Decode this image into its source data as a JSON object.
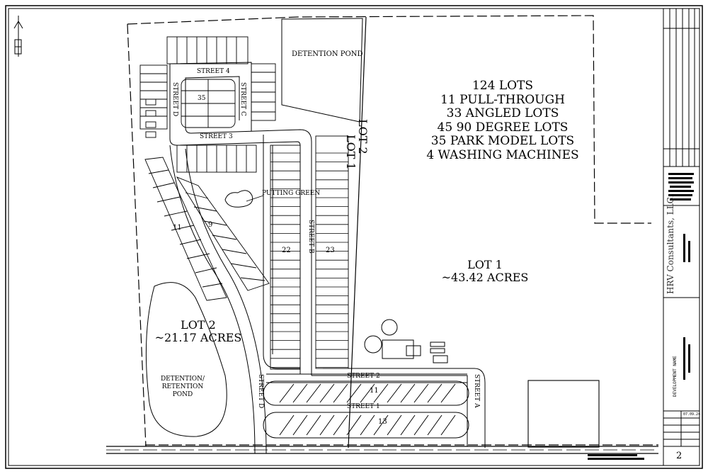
{
  "summary": {
    "lines": [
      "124 LOTS",
      "11 PULL-THROUGH",
      "33 ANGLED LOTS",
      "45 90 DEGREE LOTS",
      "35 PARK MODEL LOTS",
      "4 WASHING MACHINES"
    ]
  },
  "labels": {
    "detention_pond_top": "DETENTION POND",
    "detention_pond_left": [
      "DETENTION/",
      "RETENTION",
      "POND"
    ],
    "putting_green": "PUTTING GREEN",
    "lot_divider_1": "LOT 1",
    "lot_divider_2": "LOT 2",
    "lot1_title": "LOT 1",
    "lot1_acres": "~43.42 ACRES",
    "lot2_title": "LOT 2",
    "lot2_acres": "~21.17 ACRES"
  },
  "streets": {
    "street_4": "STREET 4",
    "street_3": "STREET 3",
    "street_2": "STREET 2",
    "street_1": "STREET 1",
    "street_a": "STREET A",
    "street_b": "STREET B",
    "street_c": "STREET C",
    "street_d_upper": "STREET D",
    "street_d_lower": "STREET D"
  },
  "lot_counts": {
    "park_model": "35",
    "angled_left": "11",
    "angled_right": "9",
    "left_column": "22",
    "right_column": "23",
    "street2_pullthrough": "11",
    "street1_angled": "13"
  },
  "title_block": {
    "company": "HRV Consultants, LLC.",
    "sheet_number": "2",
    "development_name": "DEVELOPMENT NAME",
    "date_value": "07.09.24"
  }
}
